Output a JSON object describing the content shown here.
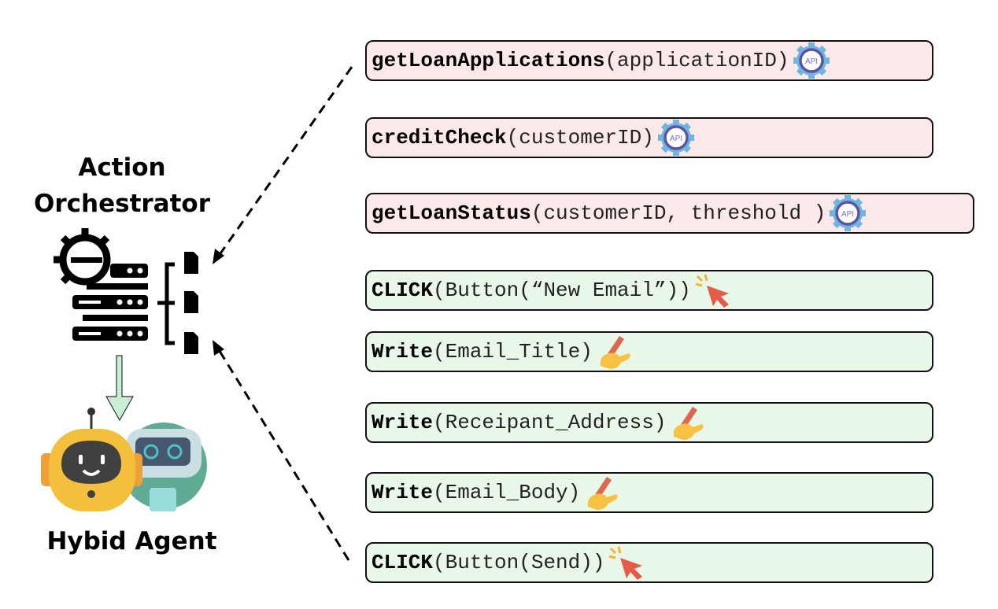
{
  "left": {
    "orchestrator_label": "Action Orchestrator",
    "agent_label": "Hybid Agent"
  },
  "actions": [
    {
      "type": "api",
      "fn": "getLoanApplications",
      "args": "(applicationID)",
      "icon": "api-gear-icon"
    },
    {
      "type": "api",
      "fn": "creditCheck",
      "args": "(customerID)",
      "icon": "api-gear-icon"
    },
    {
      "type": "api",
      "fn": "getLoanStatus",
      "args": "(customerID, threshold )",
      "icon": "api-gear-icon"
    },
    {
      "type": "ui",
      "fn": "CLICK",
      "args": "(Button(“New Email”))",
      "icon": "cursor-click-icon"
    },
    {
      "type": "ui",
      "fn": "Write",
      "args": "(Email_Title)",
      "icon": "writing-hand-icon"
    },
    {
      "type": "ui",
      "fn": "Write",
      "args": "(Receipant_Address)",
      "icon": "writing-hand-icon"
    },
    {
      "type": "ui",
      "fn": "Write",
      "args": "(Email_Body)",
      "icon": "writing-hand-icon"
    },
    {
      "type": "ui",
      "fn": "CLICK",
      "args": "(Button(Send))",
      "icon": "cursor-click-icon"
    }
  ],
  "colors": {
    "api_box": "#fbe9e9",
    "ui_box": "#e9f7e8",
    "arrow_down": "#c9efd3"
  }
}
